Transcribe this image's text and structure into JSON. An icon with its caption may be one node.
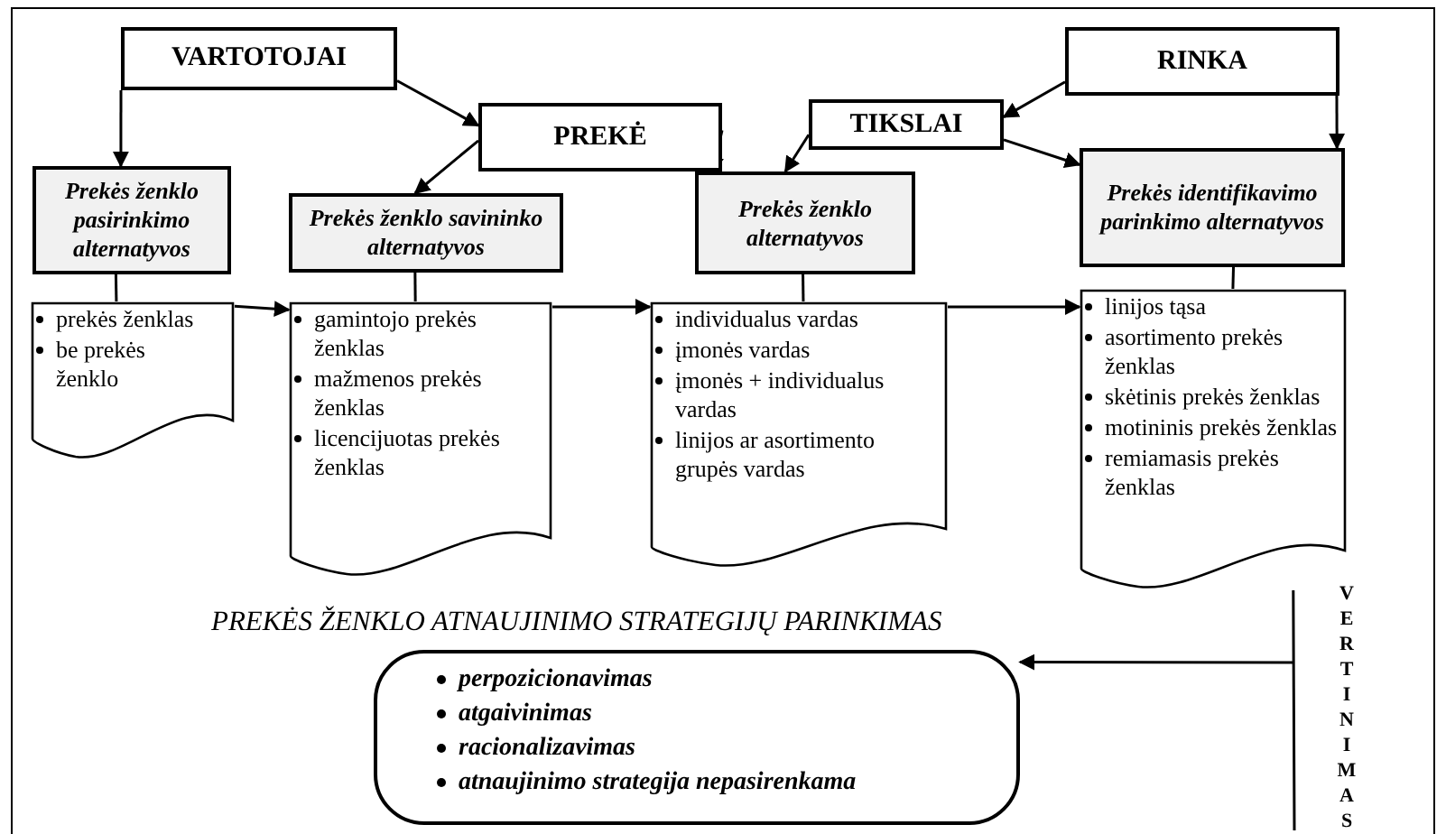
{
  "diagram": {
    "nodes": [
      {
        "text": [
          "VARTOTOJAI"
        ]
      },
      {
        "text": [
          "PREKĖ"
        ]
      },
      {
        "text": [
          "RINKA"
        ]
      },
      {
        "text": [
          "TIKSLAI"
        ]
      },
      {
        "text": [
          "Prekės ženklo pasirinkimo alternatyvos"
        ]
      },
      {
        "text": [
          "Prekės ženklo savininko alternatyvos"
        ]
      },
      {
        "text": [
          "Prekės ženklo alternatyvos"
        ]
      },
      {
        "text": [
          "Prekės identifikavimo parinkimo alternatyvos"
        ]
      },
      {
        "text": [
          "prekės ženklas",
          "be prekės ženklo"
        ]
      },
      {
        "text": [
          "gamintojo prekės ženklas",
          "mažmenos prekės ženklas",
          "licencijuotas prekės ženklas"
        ]
      },
      {
        "text": [
          "individualus vardas",
          "įmonės vardas",
          "įmonės + individualus vardas",
          "linijos ar asortimento grupės vardas"
        ]
      },
      {
        "text": [
          "linijos tąsa",
          "asortimento prekės ženklas",
          "skėtinis prekės ženklas",
          "motininis prekės ženklas",
          "remiamasis prekės ženklas"
        ]
      },
      {
        "text": [
          "PREKĖS ŽENKLO ATNAUJINIMO STRATEGIJŲ PARINKIMAS",
          "perpozicionavimas",
          "atgaivinimas",
          "racionalizavimas",
          "atnaujinimo strategija nepasirenkama"
        ]
      }
    ],
    "edges": [
      {
        "from": 0,
        "to": 4,
        "arrow": "to"
      },
      {
        "from": 0,
        "to": 1,
        "arrow": "to"
      },
      {
        "from": 1,
        "to": 5,
        "arrow": "to"
      },
      {
        "from": 1,
        "to": 6,
        "arrow": "to"
      },
      {
        "from": 2,
        "to": 3,
        "arrow": "to"
      },
      {
        "from": 3,
        "to": 6,
        "arrow": "to"
      },
      {
        "from": 3,
        "to": 7,
        "arrow": "to"
      },
      {
        "from": 2,
        "to": 7,
        "arrow": "to"
      },
      {
        "from": 4,
        "to": 8,
        "arrow": "none"
      },
      {
        "from": 5,
        "to": 9,
        "arrow": "none"
      },
      {
        "from": 6,
        "to": 10,
        "arrow": "none"
      },
      {
        "from": 7,
        "to": 11,
        "arrow": "none"
      },
      {
        "from": 8,
        "to": 9,
        "arrow": "to"
      },
      {
        "from": 9,
        "to": 10,
        "arrow": "to"
      },
      {
        "from": 10,
        "to": 11,
        "arrow": "to"
      },
      {
        "from": 11,
        "to": 12,
        "arrow": "to",
        "label": "VERTINIMAS"
      }
    ]
  }
}
